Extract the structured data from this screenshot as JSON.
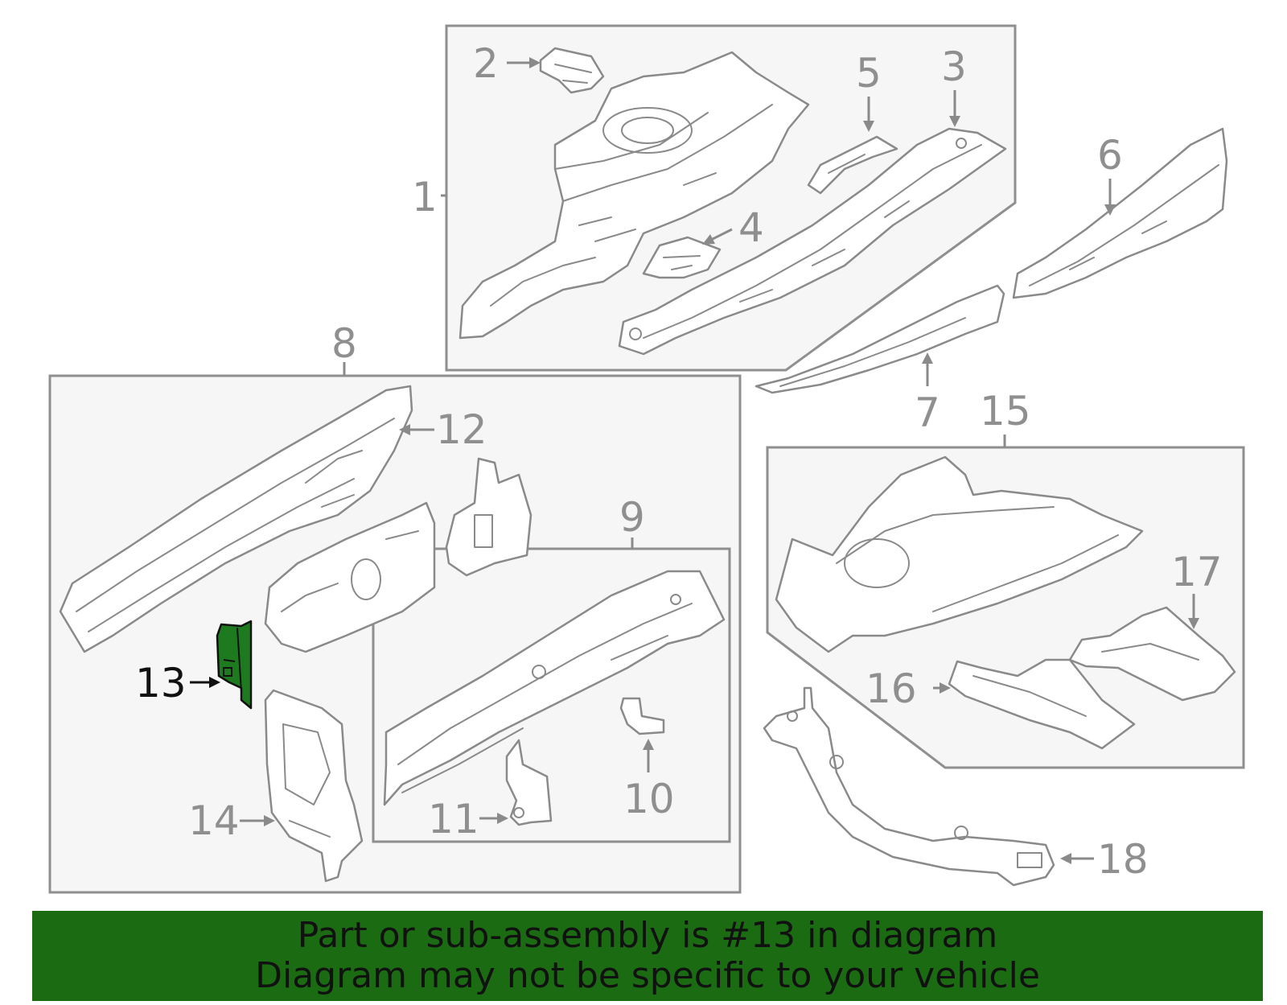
{
  "diagram": {
    "highlighted_part": "13",
    "callouts": {
      "c1": "1",
      "c2": "2",
      "c3": "3",
      "c4": "4",
      "c5": "5",
      "c6": "6",
      "c7": "7",
      "c8": "8",
      "c9": "9",
      "c10": "10",
      "c11": "11",
      "c12": "12",
      "c13": "13",
      "c14": "14",
      "c15": "15",
      "c16": "16",
      "c17": "17",
      "c18": "18"
    },
    "colors": {
      "highlight": "#1e7a1e",
      "banner": "#1b6b12",
      "line": "#8a8a8a"
    }
  },
  "banner": {
    "line1": "Part or sub-assembly is #13 in diagram",
    "line2": "Diagram may not be specific to your vehicle"
  }
}
